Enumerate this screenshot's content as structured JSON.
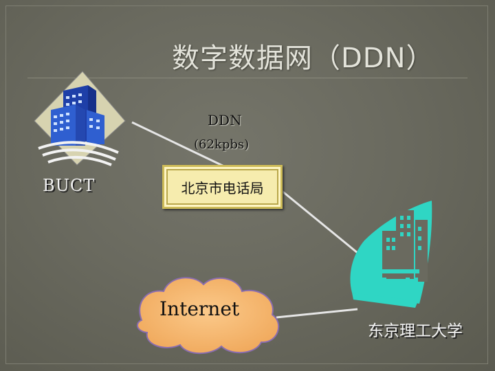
{
  "slide": {
    "title": "数字数据网（DDN）",
    "link_label": "DDN",
    "link_speed": "(62kpbs)",
    "site_a_label": "BUCT",
    "exchange_label": "北京市电话局",
    "network_label": "Internet",
    "site_b_label": "东京理工大学"
  },
  "colors": {
    "background": "#6a6a5f",
    "title_text": "#e3e3da",
    "exchange_box": "#f6ecae",
    "cloud_fill": "#f5b36b",
    "building_a": "#2f5fd0",
    "building_b": "#2fd6c4",
    "connector": "#e0e0e0"
  },
  "icons": {
    "site_a": "office-building-icon",
    "site_b": "office-building-icon",
    "network": "cloud-icon"
  }
}
